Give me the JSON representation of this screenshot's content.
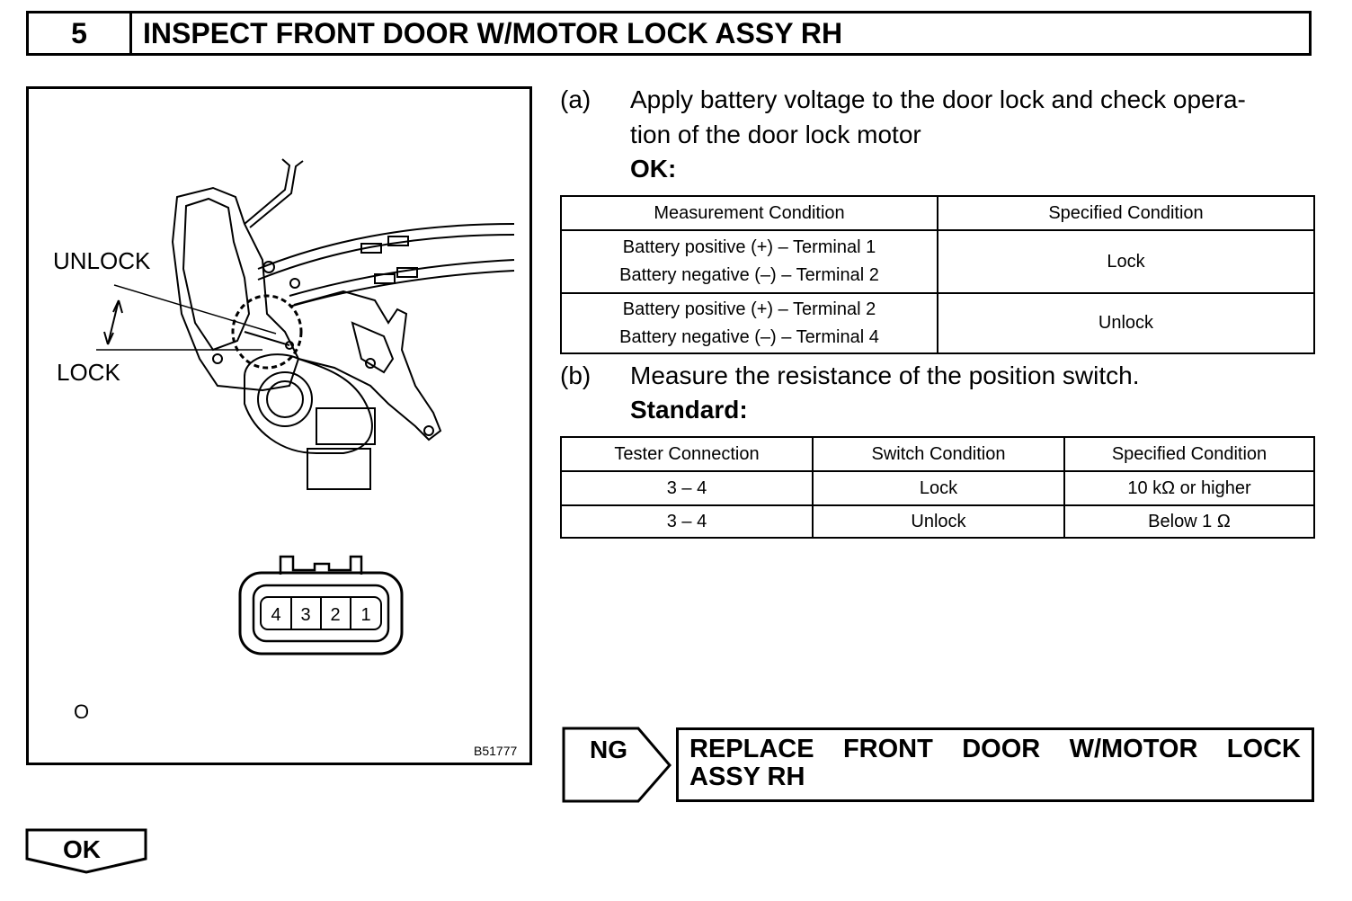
{
  "step": {
    "number": "5",
    "title": "INSPECT FRONT DOOR W/MOTOR LOCK ASSY RH"
  },
  "figure": {
    "label_unlock": "UNLOCK",
    "label_lock": "LOCK",
    "label_o": "O",
    "figure_code": "B51777",
    "connector_pins": [
      "4",
      "3",
      "2",
      "1"
    ]
  },
  "step_a": {
    "marker": "(a)",
    "line1": "Apply battery voltage to the door lock and check opera-",
    "line2": "tion of the door lock motor",
    "ok_label": "OK:"
  },
  "table_a": {
    "headers": [
      "Measurement Condition",
      "Specified Condition"
    ],
    "rows": [
      {
        "condition_line1": "Battery positive (+) – Terminal 1",
        "condition_line2": "Battery negative (–) – Terminal 2",
        "result": "Lock"
      },
      {
        "condition_line1": "Battery positive (+) – Terminal 2",
        "condition_line2": "Battery negative (–) – Terminal 4",
        "result": "Unlock"
      }
    ]
  },
  "step_b": {
    "marker": "(b)",
    "line1": "Measure the resistance of the position switch.",
    "standard_label": "Standard:"
  },
  "table_b": {
    "headers": [
      "Tester Connection",
      "Switch Condition",
      "Specified Condition"
    ],
    "rows": [
      [
        "3 – 4",
        "Lock",
        "10 kΩ or higher"
      ],
      [
        "3 – 4",
        "Unlock",
        "Below 1 Ω"
      ]
    ]
  },
  "ng": {
    "label": "NG",
    "action_words": [
      "REPLACE",
      "FRONT",
      "DOOR",
      "W/MOTOR",
      "LOCK"
    ],
    "action_line2": "ASSY RH"
  },
  "ok": {
    "label": "OK"
  }
}
